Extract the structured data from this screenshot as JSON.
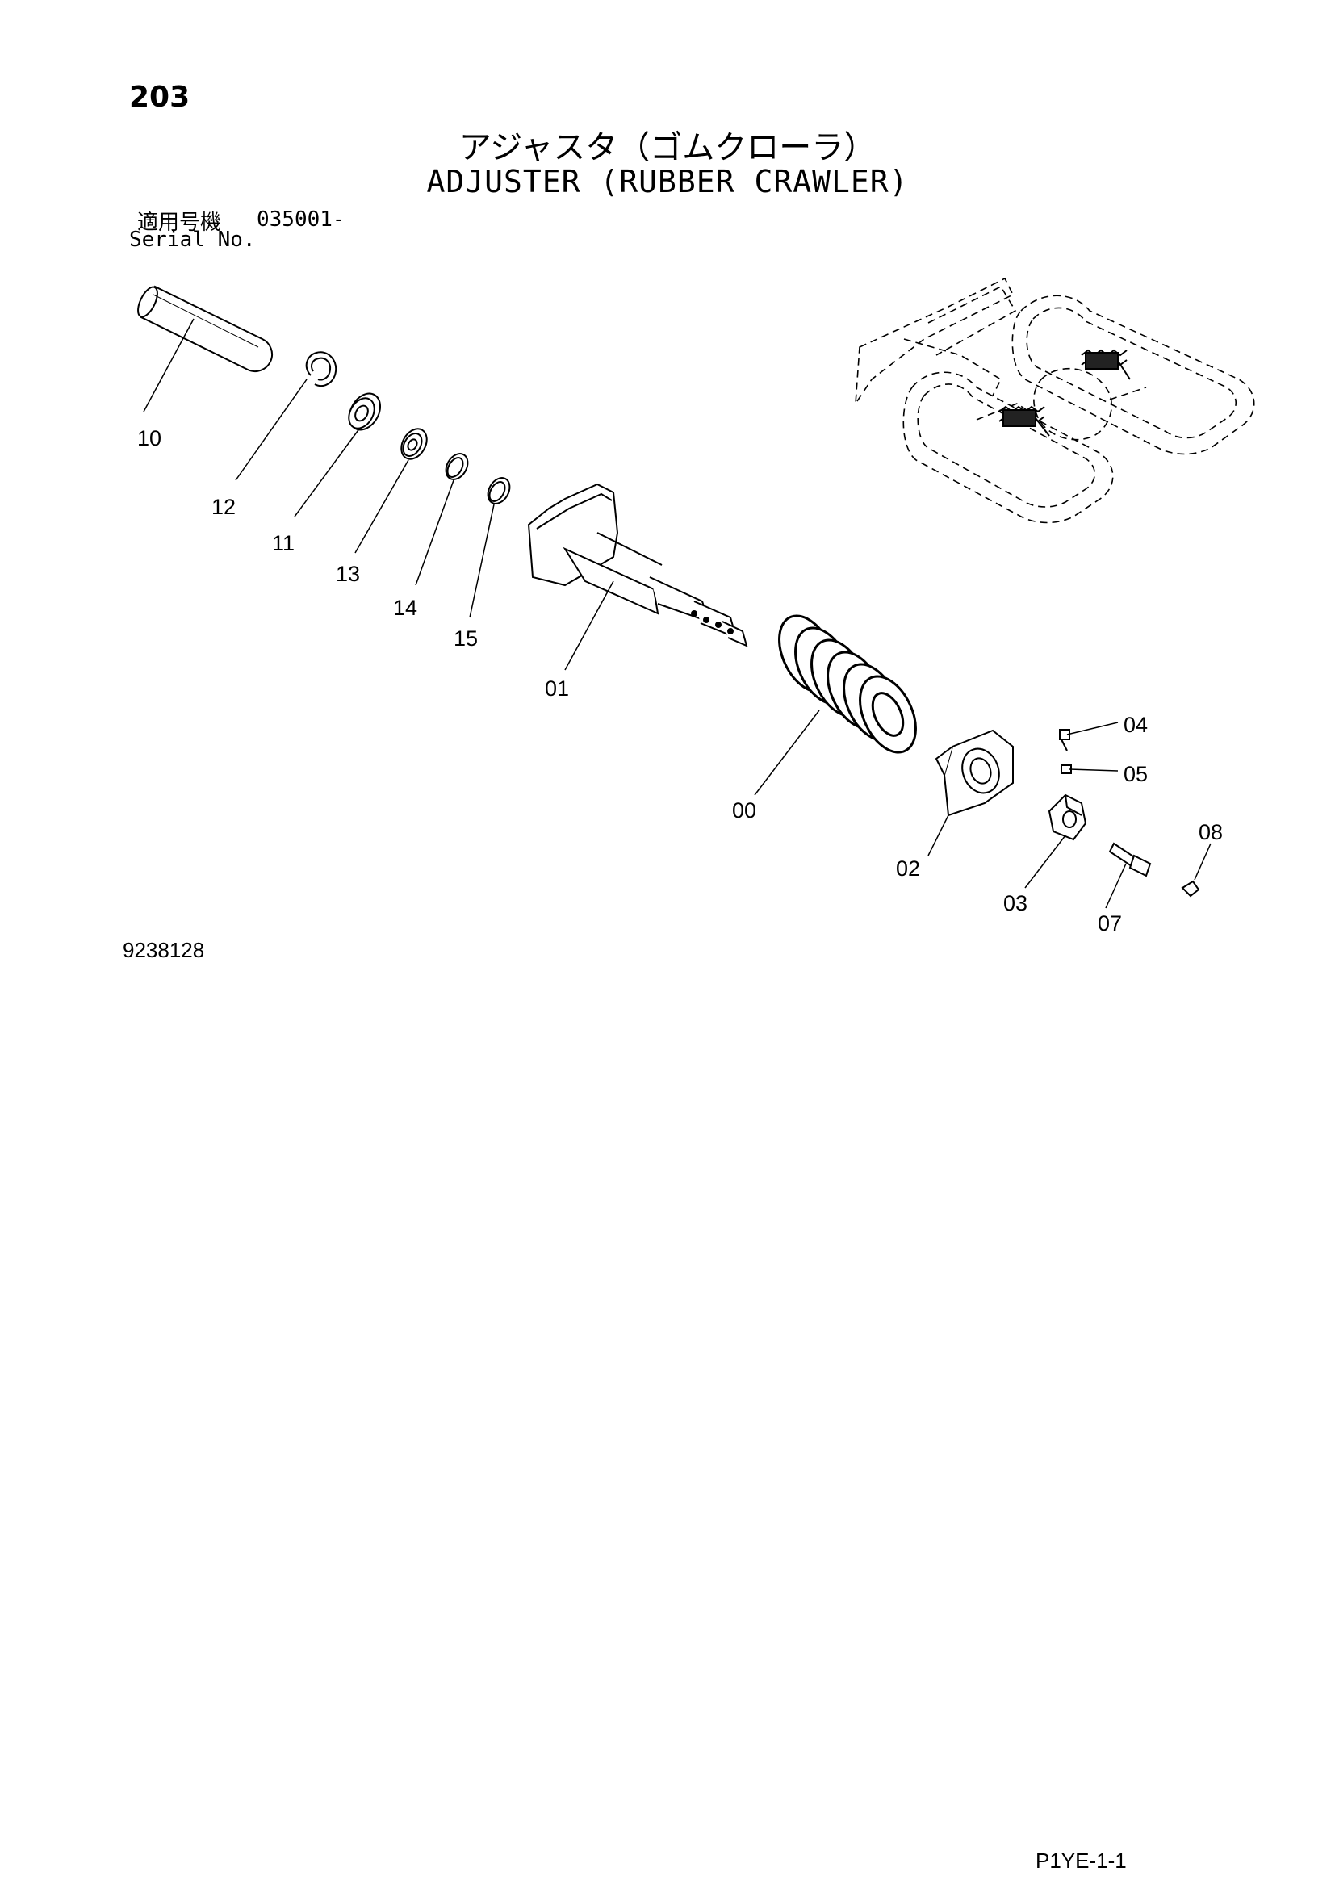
{
  "page_number": "203",
  "title_jp": "アジャスタ（ゴムクローラ）",
  "title_en": "ADJUSTER (RUBBER CRAWLER)",
  "serial": {
    "label_jp": "適用号機",
    "value": "035001-",
    "label_en": "Serial No."
  },
  "callouts": {
    "p10": "10",
    "p12": "12",
    "p11": "11",
    "p13": "13",
    "p14": "14",
    "p15": "15",
    "p01": "01",
    "p00": "00",
    "p04": "04",
    "p05": "05",
    "p02": "02",
    "p03": "03",
    "p07": "07",
    "p08": "08"
  },
  "doc_code": "9238128",
  "page_ref": "P1YE-1-1"
}
